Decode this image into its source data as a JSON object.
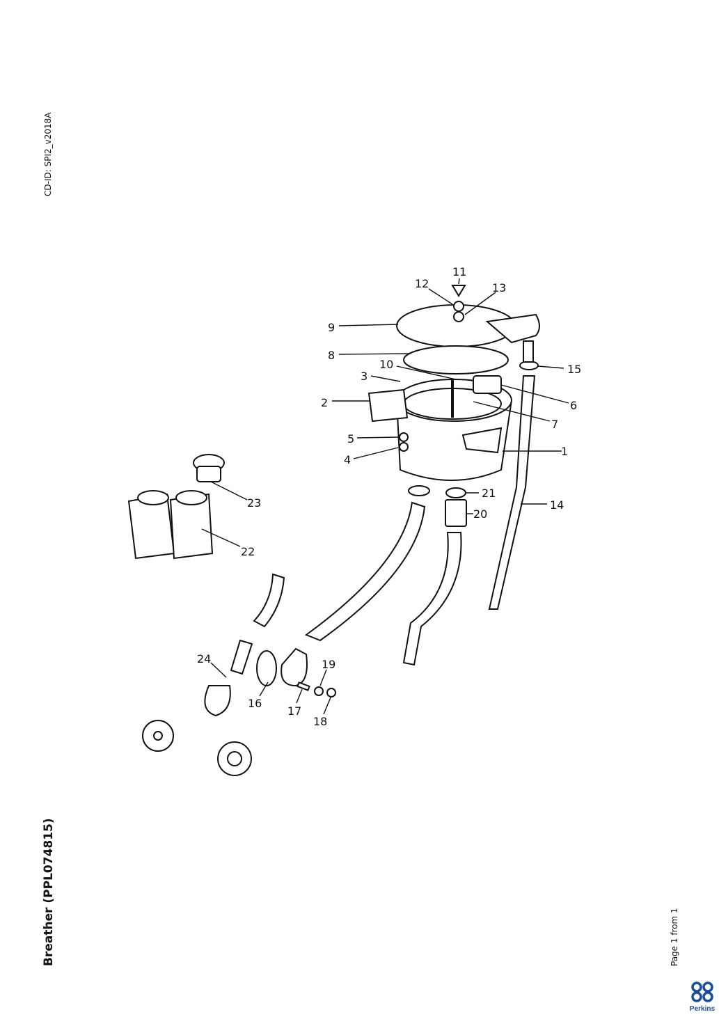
{
  "header": {
    "cd_id": "CD-ID: SPI2_v2018A"
  },
  "document": {
    "title": "Breather (PPL074815)",
    "page_label": "Page 1 from 1"
  },
  "brand": {
    "name": "Perkins",
    "color": "#1a4e9c"
  },
  "callouts": [
    "1",
    "2",
    "3",
    "4",
    "5",
    "6",
    "7",
    "8",
    "9",
    "10",
    "11",
    "12",
    "13",
    "14",
    "15",
    "16",
    "17",
    "18",
    "19",
    "20",
    "21",
    "22",
    "23",
    "24"
  ]
}
